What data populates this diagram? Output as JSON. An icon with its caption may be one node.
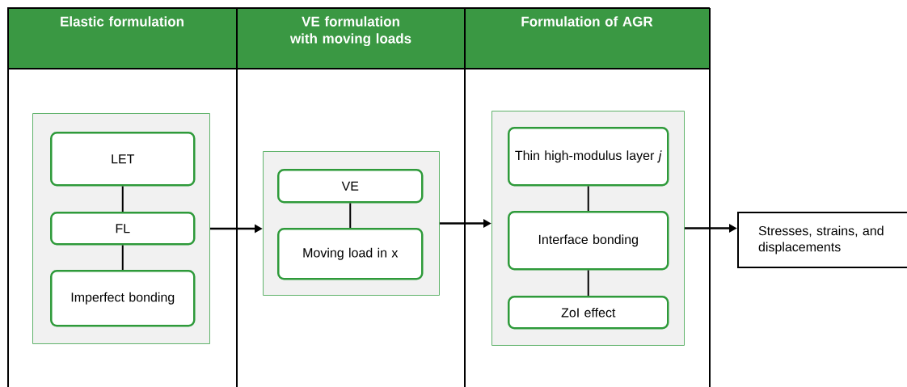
{
  "diagram": {
    "nodes": [
      {
        "text": [
          "Elastic formulation"
        ]
      },
      {
        "text": [],
        "shape": "box",
        "in": 0
      },
      {
        "text": [
          "LET"
        ],
        "in": 1
      },
      {
        "text": [
          "FL"
        ],
        "in": 1
      },
      {
        "text": [
          "Imperfect bonding"
        ],
        "in": 1
      },
      {
        "text": [
          "VE formulation with moving loads"
        ]
      },
      {
        "text": [],
        "shape": "box",
        "in": 5
      },
      {
        "text": [
          "VE"
        ],
        "in": 6
      },
      {
        "text": [
          "Moving load in x"
        ],
        "in": 6
      },
      {
        "text": [
          "Formulation of AGR"
        ]
      },
      {
        "text": [],
        "shape": "box",
        "in": 9
      },
      {
        "text": [
          "Thin high-modulus layer *j*"
        ],
        "in": 10
      },
      {
        "text": [
          "Interface bonding"
        ],
        "in": 10
      },
      {
        "text": [
          "ZoI effect"
        ],
        "in": 10
      },
      {
        "text": [
          "Stresses, strains, and displacements"
        ]
      }
    ],
    "edges": [
      {
        "from": 2,
        "to": 3,
        "arrow": "none"
      },
      {
        "from": 3,
        "to": 4,
        "arrow": "none"
      },
      {
        "from": 1,
        "to": 6,
        "arrow": "to"
      },
      {
        "from": 7,
        "to": 8,
        "arrow": "none"
      },
      {
        "from": 6,
        "to": 10,
        "arrow": "to"
      },
      {
        "from": 11,
        "to": 12,
        "arrow": "none"
      },
      {
        "from": 12,
        "to": 13,
        "arrow": "none"
      },
      {
        "from": 10,
        "to": 14,
        "arrow": "to"
      }
    ]
  }
}
